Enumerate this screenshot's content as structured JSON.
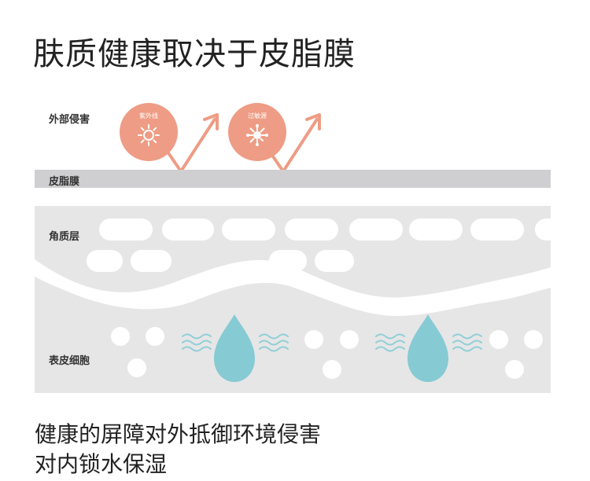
{
  "title": "肤质健康取决于皮脂膜",
  "labels": {
    "external": "外部侵害",
    "sebum": "皮脂膜",
    "stratum": "角质层",
    "epidermis": "表皮细胞"
  },
  "badges": [
    {
      "label": "紫外线",
      "icon": "sun-icon"
    },
    {
      "label": "过敏源",
      "icon": "virus-icon"
    }
  ],
  "footer": {
    "line1": "健康的屏障对外抵御环境侵害",
    "line2": "对内锁水保湿"
  },
  "colors": {
    "badge": "#ee9c85",
    "arrow": "#ee9c85",
    "sebum_band": "#cfcfd1",
    "layer_band": "#e6e6e7",
    "droplet": "#86cad3",
    "wave": "#8fcfd6"
  }
}
